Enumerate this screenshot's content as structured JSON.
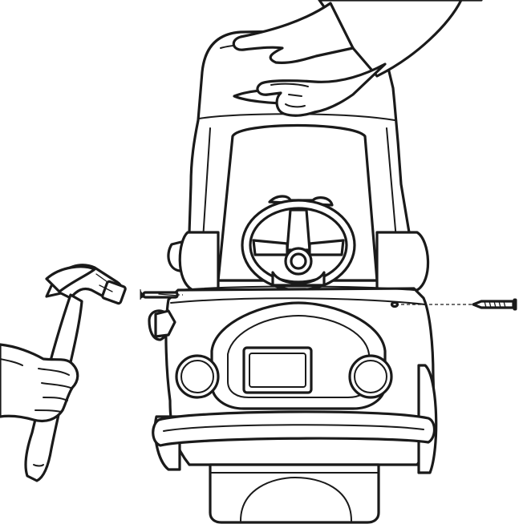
{
  "figure": {
    "kind": "assembly-instruction-illustration",
    "line_color": "#1a1a1a",
    "background": "#ffffff",
    "icons": [
      "car-body",
      "roof-canopy",
      "steering-wheel",
      "dashboard",
      "headlight",
      "front-bumper",
      "hand",
      "hammer",
      "pin",
      "screw",
      "drill-hole"
    ]
  }
}
